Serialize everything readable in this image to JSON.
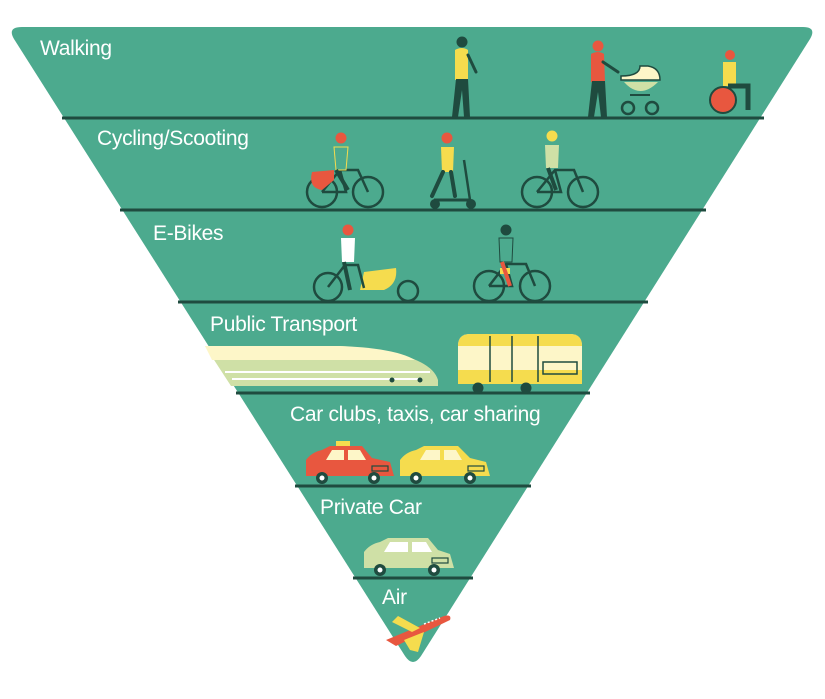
{
  "diagram": {
    "type": "inverted-pyramid",
    "colors": {
      "background": "#4caa8e",
      "divider": "#1f4b3f",
      "yellow": "#f5dc4e",
      "red": "#e8573f",
      "pale_green": "#cfe0a6",
      "cream": "#fdf6c8"
    },
    "tiers": [
      {
        "label": "Walking",
        "icons": [
          "walking-person-icon",
          "person-with-pram-icon",
          "wheelchair-user-icon"
        ]
      },
      {
        "label": "Cycling/Scooting",
        "icons": [
          "bicycle-child-seat-icon",
          "kick-scooter-icon",
          "cyclist-icon"
        ]
      },
      {
        "label": "E-Bikes",
        "icons": [
          "cargo-ebike-icon",
          "ebike-icon"
        ]
      },
      {
        "label": "Public Transport",
        "icons": [
          "train-icon",
          "bus-icon"
        ]
      },
      {
        "label": "Car clubs, taxis, car sharing",
        "icons": [
          "taxi-icon",
          "shared-car-icon"
        ]
      },
      {
        "label": "Private Car",
        "icons": [
          "private-car-icon"
        ]
      },
      {
        "label": "Air",
        "icons": [
          "airplane-icon"
        ]
      }
    ]
  }
}
